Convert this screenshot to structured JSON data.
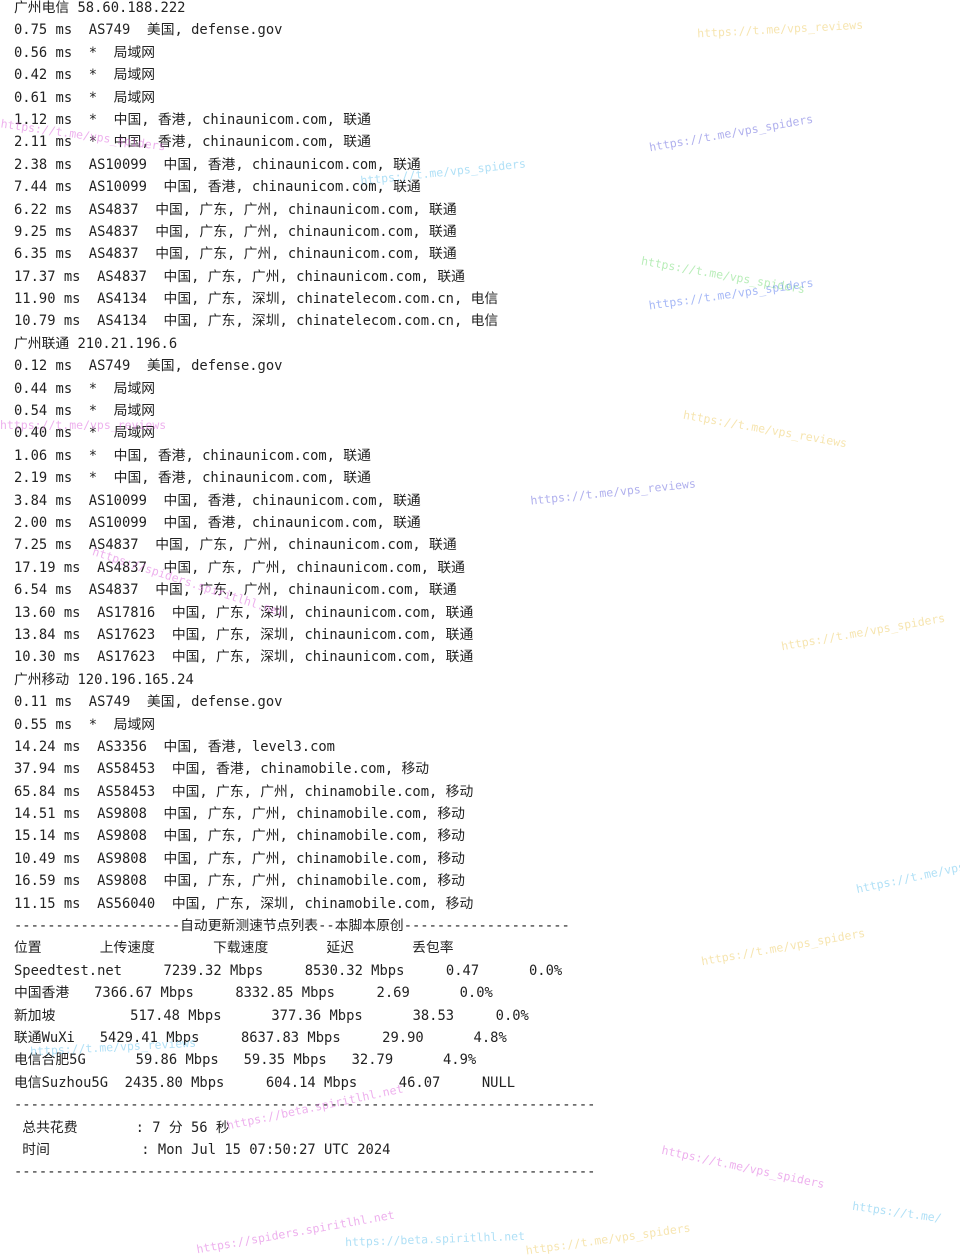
{
  "terminal": {
    "lines": [
      "广州电信 58.60.188.222",
      "0.75 ms  AS749  美国, defense.gov",
      "0.56 ms  *  局域网",
      "0.42 ms  *  局域网",
      "0.61 ms  *  局域网",
      "1.12 ms  *  中国, 香港, chinaunicom.com, 联通",
      "2.11 ms  *  中国, 香港, chinaunicom.com, 联通",
      "2.38 ms  AS10099  中国, 香港, chinaunicom.com, 联通",
      "7.44 ms  AS10099  中国, 香港, chinaunicom.com, 联通",
      "6.22 ms  AS4837  中国, 广东, 广州, chinaunicom.com, 联通",
      "9.25 ms  AS4837  中国, 广东, 广州, chinaunicom.com, 联通",
      "6.35 ms  AS4837  中国, 广东, 广州, chinaunicom.com, 联通",
      "17.37 ms  AS4837  中国, 广东, 广州, chinaunicom.com, 联通",
      "11.90 ms  AS4134  中国, 广东, 深圳, chinatelecom.com.cn, 电信",
      "10.79 ms  AS4134  中国, 广东, 深圳, chinatelecom.com.cn, 电信",
      "广州联通 210.21.196.6",
      "0.12 ms  AS749  美国, defense.gov",
      "0.44 ms  *  局域网",
      "0.54 ms  *  局域网",
      "0.40 ms  *  局域网",
      "1.06 ms  *  中国, 香港, chinaunicom.com, 联通",
      "2.19 ms  *  中国, 香港, chinaunicom.com, 联通",
      "3.84 ms  AS10099  中国, 香港, chinaunicom.com, 联通",
      "2.00 ms  AS10099  中国, 香港, chinaunicom.com, 联通",
      "7.25 ms  AS4837  中国, 广东, 广州, chinaunicom.com, 联通",
      "17.19 ms  AS4837  中国, 广东, 广州, chinaunicom.com, 联通",
      "6.54 ms  AS4837  中国, 广东, 广州, chinaunicom.com, 联通",
      "13.60 ms  AS17816  中国, 广东, 深圳, chinaunicom.com, 联通",
      "13.84 ms  AS17623  中国, 广东, 深圳, chinaunicom.com, 联通",
      "10.30 ms  AS17623  中国, 广东, 深圳, chinaunicom.com, 联通",
      "广州移动 120.196.165.24",
      "0.11 ms  AS749  美国, defense.gov",
      "0.55 ms  *  局域网",
      "14.24 ms  AS3356  中国, 香港, level3.com",
      "37.94 ms  AS58453  中国, 香港, chinamobile.com, 移动",
      "65.84 ms  AS58453  中国, 广东, 广州, chinamobile.com, 移动",
      "14.51 ms  AS9808  中国, 广东, 广州, chinamobile.com, 移动",
      "15.14 ms  AS9808  中国, 广东, 广州, chinamobile.com, 移动",
      "10.49 ms  AS9808  中国, 广东, 广州, chinamobile.com, 移动",
      "16.59 ms  AS9808  中国, 广东, 广州, chinamobile.com, 移动",
      "11.15 ms  AS56040  中国, 广东, 深圳, chinamobile.com, 移动",
      "--------------------自动更新测速节点列表--本脚本原创--------------------",
      "位置       上传速度       下载速度       延迟       丢包率",
      "Speedtest.net     7239.32 Mbps     8530.32 Mbps     0.47      0.0%",
      "中国香港   7366.67 Mbps     8332.85 Mbps     2.69      0.0%",
      "新加坡         517.48 Mbps      377.36 Mbps      38.53     0.0%",
      "联通WuXi   5429.41 Mbps     8637.83 Mbps     29.90      4.8%",
      "电信合肥5G      59.86 Mbps   59.35 Mbps   32.79      4.9%",
      "电信Suzhou5G  2435.80 Mbps     604.14 Mbps     46.07     NULL",
      "----------------------------------------------------------------------",
      " 总共花费       : 7 分 56 秒",
      " 时间           : Mon Jul 15 07:50:27 UTC 2024",
      "----------------------------------------------------------------------"
    ]
  },
  "watermarks": [
    {
      "text": "https://t.me/vps_reviews",
      "color": "#f0d070"
    },
    {
      "text": "https://t.me/vps_spiders",
      "color": "#e070e0"
    },
    {
      "text": "https://t.me/vps_spiders",
      "color": "#70c8f0"
    },
    {
      "text": "https://t.me/vps_spiders",
      "color": "#7070e0"
    },
    {
      "text": "https://t.me/vps_spiders",
      "color": "#80e080"
    },
    {
      "text": "https://t.me/vps_spiders",
      "color": "#6080f0"
    },
    {
      "text": "https://t.me/vps_reviews",
      "color": "#e070e0"
    },
    {
      "text": "https://t.me/vps_reviews",
      "color": "#f0d070"
    },
    {
      "text": "https://spiders.spiritlhl.net",
      "color": "#e070e0"
    },
    {
      "text": "https://t.me/vps_reviews",
      "color": "#7070e0"
    },
    {
      "text": "https://t.me/vps_",
      "color": "#70c8f0"
    },
    {
      "text": "https://t.me/vps_spiders",
      "color": "#f0d070"
    },
    {
      "text": "https://t.me/vps_reviews",
      "color": "#70c8f0"
    },
    {
      "text": "https://beta.spiritlhl.net",
      "color": "#e070e0"
    },
    {
      "text": "https://t.me/vps_spiders",
      "color": "#f0d070"
    },
    {
      "text": "https://t.me/vps_spiders",
      "color": "#e070e0"
    },
    {
      "text": "https://spiders.spiritlhl.net",
      "color": "#e070e0"
    },
    {
      "text": "https://beta.spiritlhl.net",
      "color": "#70c8f0"
    },
    {
      "text": "https://t.me/vps_spiders",
      "color": "#f0d070"
    },
    {
      "text": "https://t.me/",
      "color": "#70c8f0"
    }
  ]
}
